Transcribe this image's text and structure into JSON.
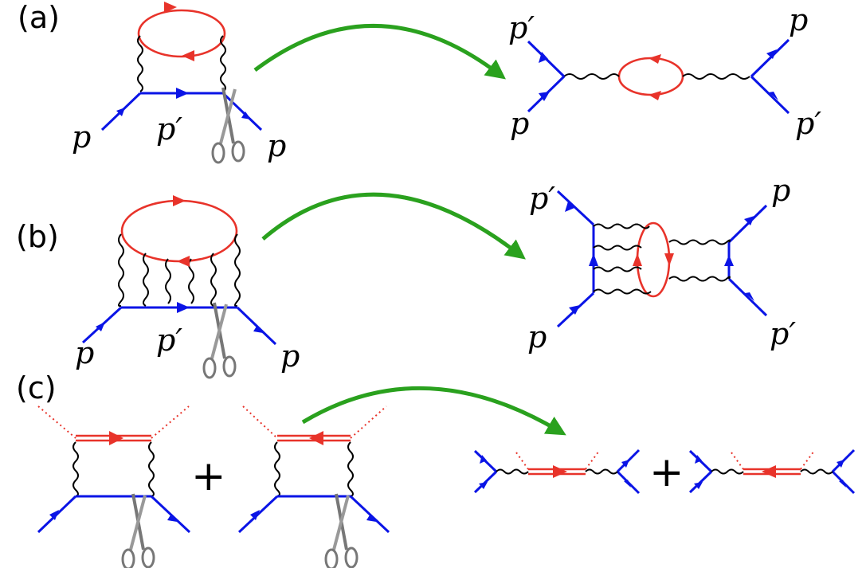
{
  "panels": [
    {
      "label": "(a)"
    },
    {
      "label": "(b)"
    },
    {
      "label": "(c)"
    }
  ],
  "momenta": {
    "p": "p",
    "p_prime": "p′"
  },
  "operators": {
    "plus": "+"
  },
  "colors": {
    "fermion": "#0a14e6",
    "loop": "#e8332a",
    "photon": "#000000",
    "arrow": "#2aa11e",
    "scissors": "#9a9a9a"
  },
  "icons": [
    "scissors-icon",
    "curved-arrow-icon"
  ]
}
